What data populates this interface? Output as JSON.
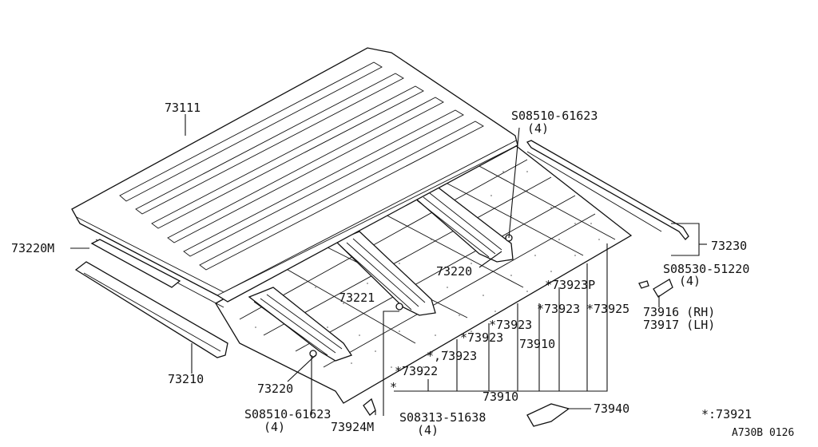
{
  "labels": {
    "p73111": "73111",
    "p73220M": "73220M",
    "p73210": "73210",
    "p73220_left": "73220",
    "p73220_center": "73220",
    "p73221": "73221",
    "screw_08510_top": "S08510-61623",
    "screw_08510_top_qty": "(4)",
    "screw_08510_bottom": "S08510-61623",
    "screw_08510_bottom_qty": "(4)",
    "p73230": "73230",
    "screw_08530": "S08530-51220",
    "screw_08530_qty": "(4)",
    "p73916": "73916 (RH)",
    "p73917": "73917 (LH)",
    "p73923P": "*73923P",
    "p73923_a": "*73923",
    "p73925": "*73925",
    "p73923_b": "*73923",
    "p73923_c": "*73923",
    "p73910_upper": "73910",
    "p73923_d": "*,73923",
    "p73922": "*73922",
    "star_mark": "*",
    "p73910_lower": "73910",
    "p73940": "73940",
    "screw_08313": "S08313-51638",
    "screw_08313_qty": "(4)",
    "p73924M": "73924M",
    "note_73921": "*:73921",
    "diagram_code": "A730B 0126"
  }
}
